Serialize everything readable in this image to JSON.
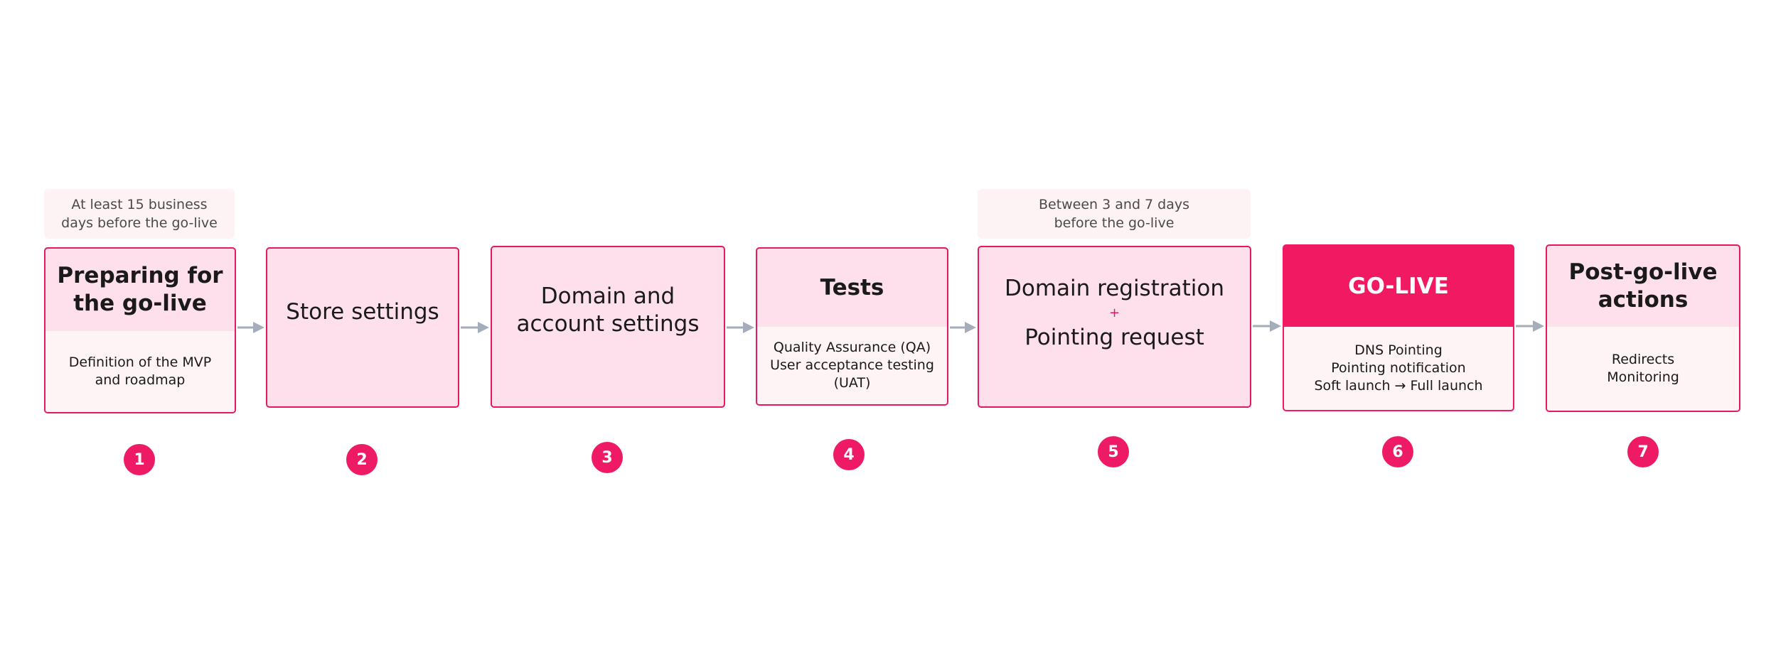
{
  "notes": {
    "note_1": [
      "At least 15 business",
      "days before the go-live"
    ],
    "note_5": [
      "Between 3 and 7 days",
      "before the go-live"
    ]
  },
  "steps": [
    {
      "number": "1",
      "title": [
        "Preparing for",
        "the go-live"
      ],
      "details": [
        "Definition of the MVP",
        "and roadmap"
      ]
    },
    {
      "number": "2",
      "title": [
        "Store settings"
      ]
    },
    {
      "number": "3",
      "title": [
        "Domain and",
        "account settings"
      ]
    },
    {
      "number": "4",
      "title": [
        "Tests"
      ],
      "details": [
        "Quality Assurance (QA)",
        "User acceptance testing",
        "(UAT)"
      ]
    },
    {
      "number": "5",
      "title": [
        "Domain registration",
        "Pointing request"
      ],
      "joiner": "+"
    },
    {
      "number": "6",
      "title": [
        "GO-LIVE"
      ],
      "details": [
        "DNS Pointing",
        "Pointing notification",
        "Soft launch → Full launch"
      ]
    },
    {
      "number": "7",
      "title": [
        "Post-go-live",
        "actions"
      ],
      "details": [
        "Redirects",
        "Monitoring"
      ]
    }
  ],
  "colors": {
    "accent": "#e6195f",
    "golive": "#f21963",
    "box_fill": "#fde0ec",
    "detail_fill": "#fef3f5",
    "note_fill": "#fef3f4",
    "arrow": "#a5adba"
  }
}
